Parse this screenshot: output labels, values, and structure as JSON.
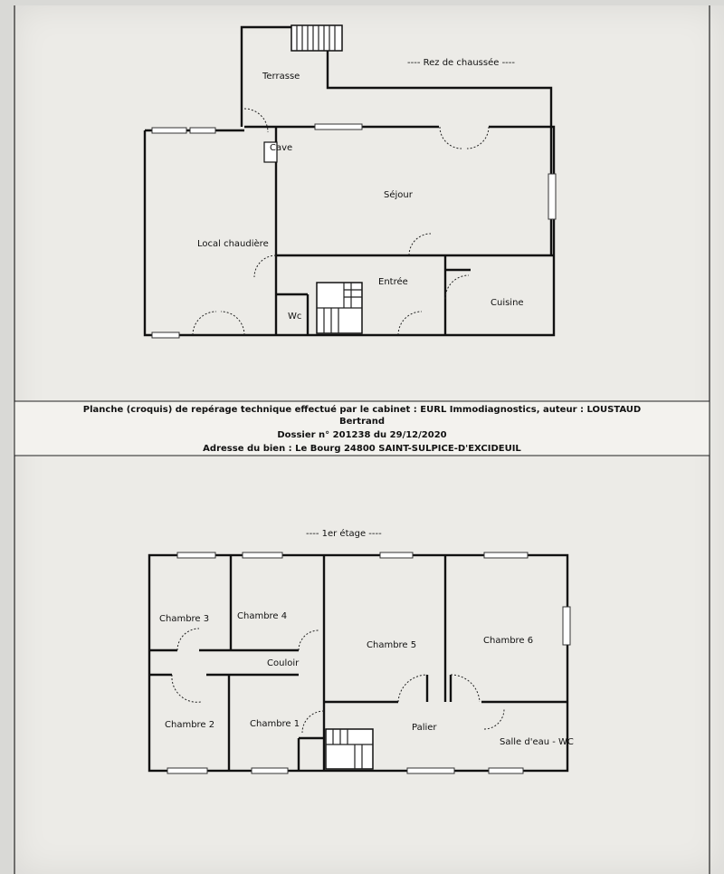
{
  "ground_floor": {
    "title": "---- Rez de chaussée ----",
    "rooms": {
      "terrasse": "Terrasse",
      "cave": "Cave",
      "sejour": "Séjour",
      "local_chaudiere": "Local chaudière",
      "entree": "Entrée",
      "wc": "Wc",
      "cuisine": "Cuisine"
    }
  },
  "banner": {
    "line1": "Planche (croquis) de repérage technique effectué par le cabinet : EURL Immodiagnostics, auteur : LOUSTAUD",
    "line2": "Bertrand",
    "line3": "Dossier n° 201238 du 29/12/2020",
    "line4": "Adresse du bien : Le Bourg  24800 SAINT-SULPICE-D'EXCIDEUIL"
  },
  "first_floor": {
    "title": "---- 1er étage ----",
    "rooms": {
      "chambre3": "Chambre 3",
      "chambre4": "Chambre 4",
      "chambre5": "Chambre 5",
      "chambre6": "Chambre 6",
      "couloir": "Couloir",
      "chambre2": "Chambre 2",
      "chambre1": "Chambre 1",
      "palier": "Palier",
      "salle_eau": "Salle d'eau - WC"
    }
  }
}
